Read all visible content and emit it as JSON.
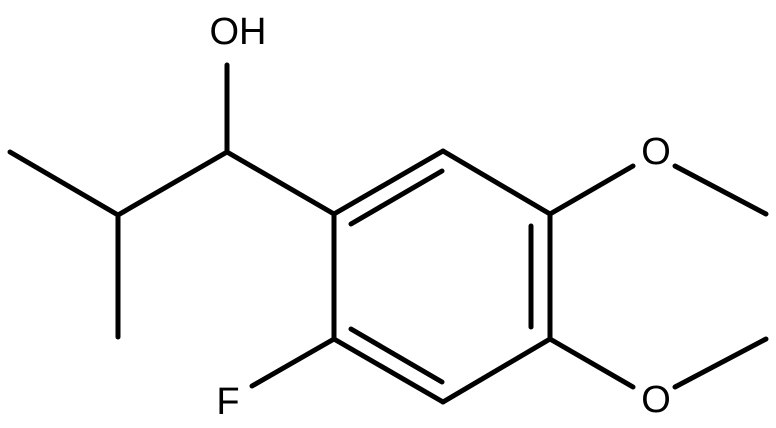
{
  "molecule": {
    "labels": {
      "hydroxyl": "OH",
      "fluorine": "F",
      "methoxy_top_oxygen": "O",
      "methoxy_bottom_oxygen": "O"
    }
  },
  "colors": {
    "bond": "#000000",
    "label": "#000000",
    "background": "#ffffff"
  }
}
